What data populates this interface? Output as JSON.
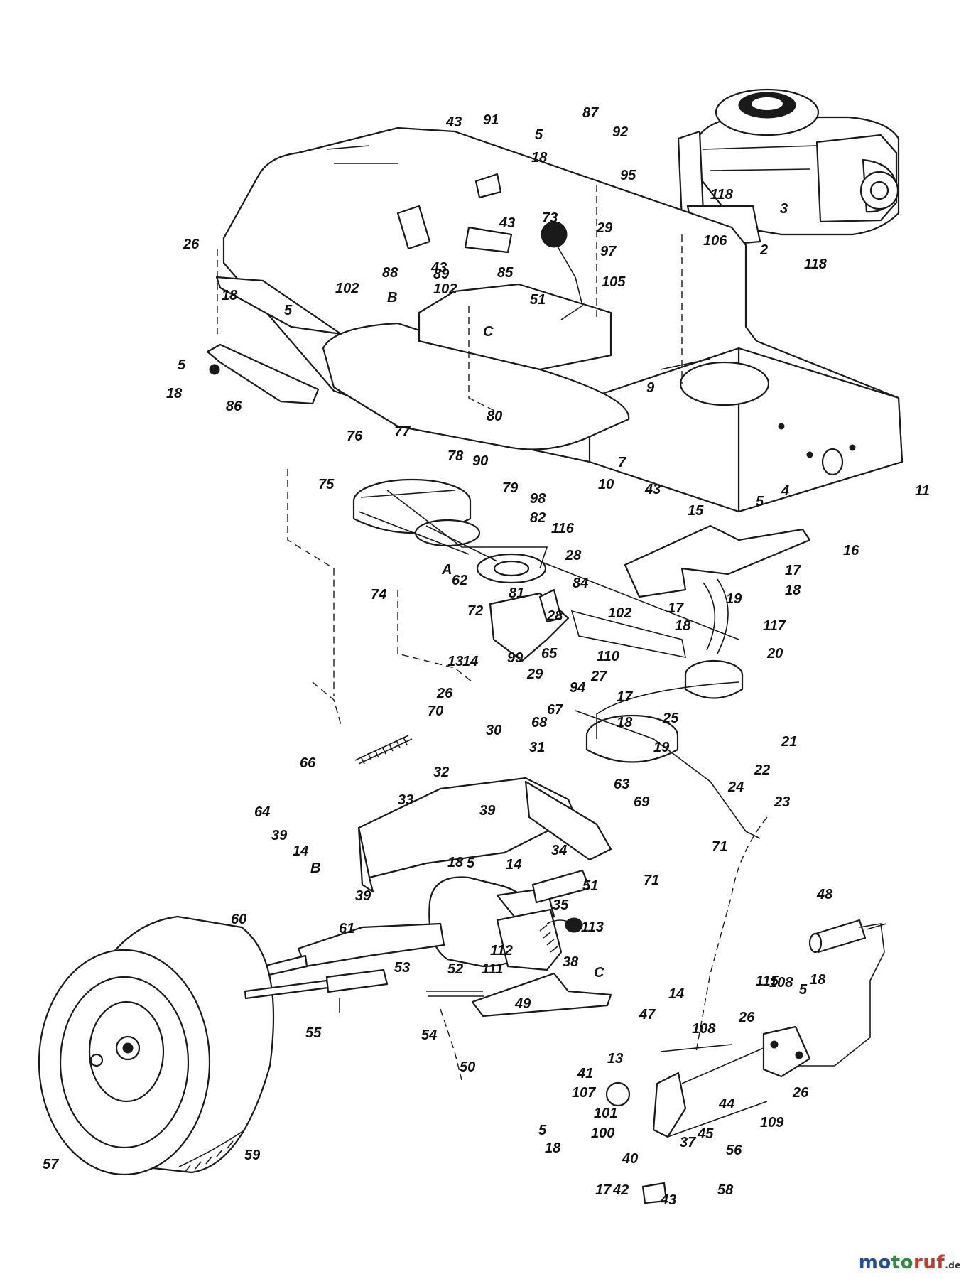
{
  "labels": [
    {
      "text": "43"
    },
    {
      "text": "91"
    },
    {
      "text": "87"
    },
    {
      "text": "92"
    },
    {
      "text": "5"
    },
    {
      "text": "18"
    },
    {
      "text": "95"
    },
    {
      "text": "118"
    },
    {
      "text": "3"
    },
    {
      "text": "106"
    },
    {
      "text": "118"
    },
    {
      "text": "2"
    },
    {
      "text": "26"
    },
    {
      "text": "73"
    },
    {
      "text": "43"
    },
    {
      "text": "29"
    },
    {
      "text": "97"
    },
    {
      "text": "43"
    },
    {
      "text": "89"
    },
    {
      "text": "85"
    },
    {
      "text": "105"
    },
    {
      "text": "88"
    },
    {
      "text": "B"
    },
    {
      "text": "102"
    },
    {
      "text": "102"
    },
    {
      "text": "51"
    },
    {
      "text": "C"
    },
    {
      "text": "18"
    },
    {
      "text": "5"
    },
    {
      "text": "5"
    },
    {
      "text": "18"
    },
    {
      "text": "86"
    },
    {
      "text": "9"
    },
    {
      "text": "80"
    },
    {
      "text": "76"
    },
    {
      "text": "77"
    },
    {
      "text": "78"
    },
    {
      "text": "90"
    },
    {
      "text": "79"
    },
    {
      "text": "7"
    },
    {
      "text": "10"
    },
    {
      "text": "43"
    },
    {
      "text": "15"
    },
    {
      "text": "5"
    },
    {
      "text": "4"
    },
    {
      "text": "11"
    },
    {
      "text": "75"
    },
    {
      "text": "98"
    },
    {
      "text": "82"
    },
    {
      "text": "116"
    },
    {
      "text": "16"
    },
    {
      "text": "28"
    },
    {
      "text": "A"
    },
    {
      "text": "62"
    },
    {
      "text": "84"
    },
    {
      "text": "17"
    },
    {
      "text": "18"
    },
    {
      "text": "74"
    },
    {
      "text": "81"
    },
    {
      "text": "72"
    },
    {
      "text": "28"
    },
    {
      "text": "102"
    },
    {
      "text": "17"
    },
    {
      "text": "19"
    },
    {
      "text": "117"
    },
    {
      "text": "18"
    },
    {
      "text": "20"
    },
    {
      "text": "99"
    },
    {
      "text": "65"
    },
    {
      "text": "110"
    },
    {
      "text": "13"
    },
    {
      "text": "14"
    },
    {
      "text": "29"
    },
    {
      "text": "27"
    },
    {
      "text": "26"
    },
    {
      "text": "94"
    },
    {
      "text": "17"
    },
    {
      "text": "70"
    },
    {
      "text": "67"
    },
    {
      "text": "18"
    },
    {
      "text": "25"
    },
    {
      "text": "30"
    },
    {
      "text": "68"
    },
    {
      "text": "21"
    },
    {
      "text": "19"
    },
    {
      "text": "66"
    },
    {
      "text": "31"
    },
    {
      "text": "22"
    },
    {
      "text": "32"
    },
    {
      "text": "63"
    },
    {
      "text": "24"
    },
    {
      "text": "23"
    },
    {
      "text": "33"
    },
    {
      "text": "69"
    },
    {
      "text": "64"
    },
    {
      "text": "39"
    },
    {
      "text": "39"
    },
    {
      "text": "71"
    },
    {
      "text": "14"
    },
    {
      "text": "34"
    },
    {
      "text": "B"
    },
    {
      "text": "71"
    },
    {
      "text": "18"
    },
    {
      "text": "5"
    },
    {
      "text": "14"
    },
    {
      "text": "48"
    },
    {
      "text": "39"
    },
    {
      "text": "51"
    },
    {
      "text": "60"
    },
    {
      "text": "35"
    },
    {
      "text": "61"
    },
    {
      "text": "113"
    },
    {
      "text": "112"
    },
    {
      "text": "38"
    },
    {
      "text": "53"
    },
    {
      "text": "52"
    },
    {
      "text": "111"
    },
    {
      "text": "C"
    },
    {
      "text": "115"
    },
    {
      "text": "108"
    },
    {
      "text": "5"
    },
    {
      "text": "18"
    },
    {
      "text": "49"
    },
    {
      "text": "26"
    },
    {
      "text": "14"
    },
    {
      "text": "55"
    },
    {
      "text": "54"
    },
    {
      "text": "47"
    },
    {
      "text": "108"
    },
    {
      "text": "13"
    },
    {
      "text": "50"
    },
    {
      "text": "41"
    },
    {
      "text": "107"
    },
    {
      "text": "26"
    },
    {
      "text": "101"
    },
    {
      "text": "44"
    },
    {
      "text": "5"
    },
    {
      "text": "100"
    },
    {
      "text": "109"
    },
    {
      "text": "18"
    },
    {
      "text": "45"
    },
    {
      "text": "37"
    },
    {
      "text": "40"
    },
    {
      "text": "56"
    },
    {
      "text": "42"
    },
    {
      "text": "43"
    },
    {
      "text": "59"
    },
    {
      "text": "17"
    },
    {
      "text": "58"
    },
    {
      "text": "57"
    }
  ],
  "watermark": {
    "m1": "mo",
    "m2": "to",
    "m3": "ruf",
    "m4": ".de"
  }
}
